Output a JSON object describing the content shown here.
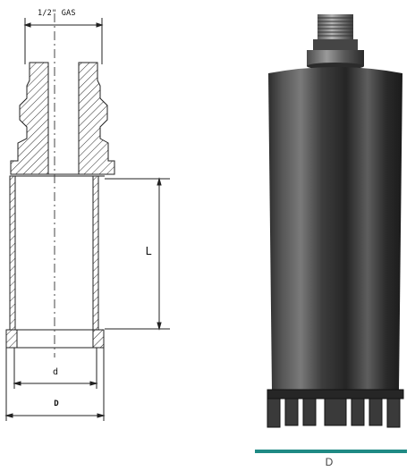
{
  "drawing": {
    "thread_label": "1/2\" GAS",
    "length_label": "L",
    "inner_diameter_label": "d",
    "outer_diameter_label": "D"
  },
  "legend": {
    "caption": "D",
    "accent_color": "#1f8a84"
  },
  "icons": {
    "thread": "threaded-connector-icon",
    "segments": "diamond-segment-icon"
  }
}
